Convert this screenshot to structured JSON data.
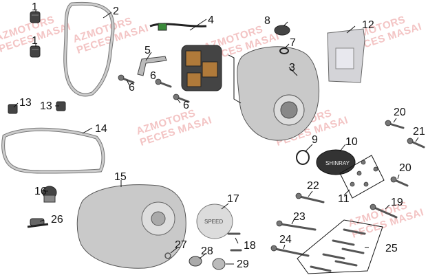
{
  "diagram": {
    "callouts": [
      "1",
      "1",
      "2",
      "3",
      "4",
      "5",
      "6",
      "6",
      "6",
      "7",
      "8",
      "9",
      "10",
      "11",
      "12",
      "13",
      "13",
      "14",
      "15",
      "16",
      "17",
      "18",
      "19",
      "20",
      "20",
      "21",
      "22",
      "23",
      "24",
      "25",
      "26",
      "27",
      "28",
      "29"
    ],
    "watermarks": [
      [
        "AZMOTORS",
        "PECES MASAI"
      ],
      [
        "AZMOTORS",
        "PECES MASAI"
      ],
      [
        "AZMOTORS",
        "PECES MASAI"
      ],
      [
        "AZMOTORS",
        "PECES MASAI"
      ],
      [
        "AZMOTORS",
        "PECES MASAI"
      ],
      [
        "AZMOTORS",
        "PECES MASAI"
      ],
      [
        "AZMOTORS",
        "PECES MASAI"
      ]
    ],
    "cover_labels": {
      "clutch_cover_badge": "SHINRAY",
      "oil_cap_badge": "SPEED"
    }
  }
}
